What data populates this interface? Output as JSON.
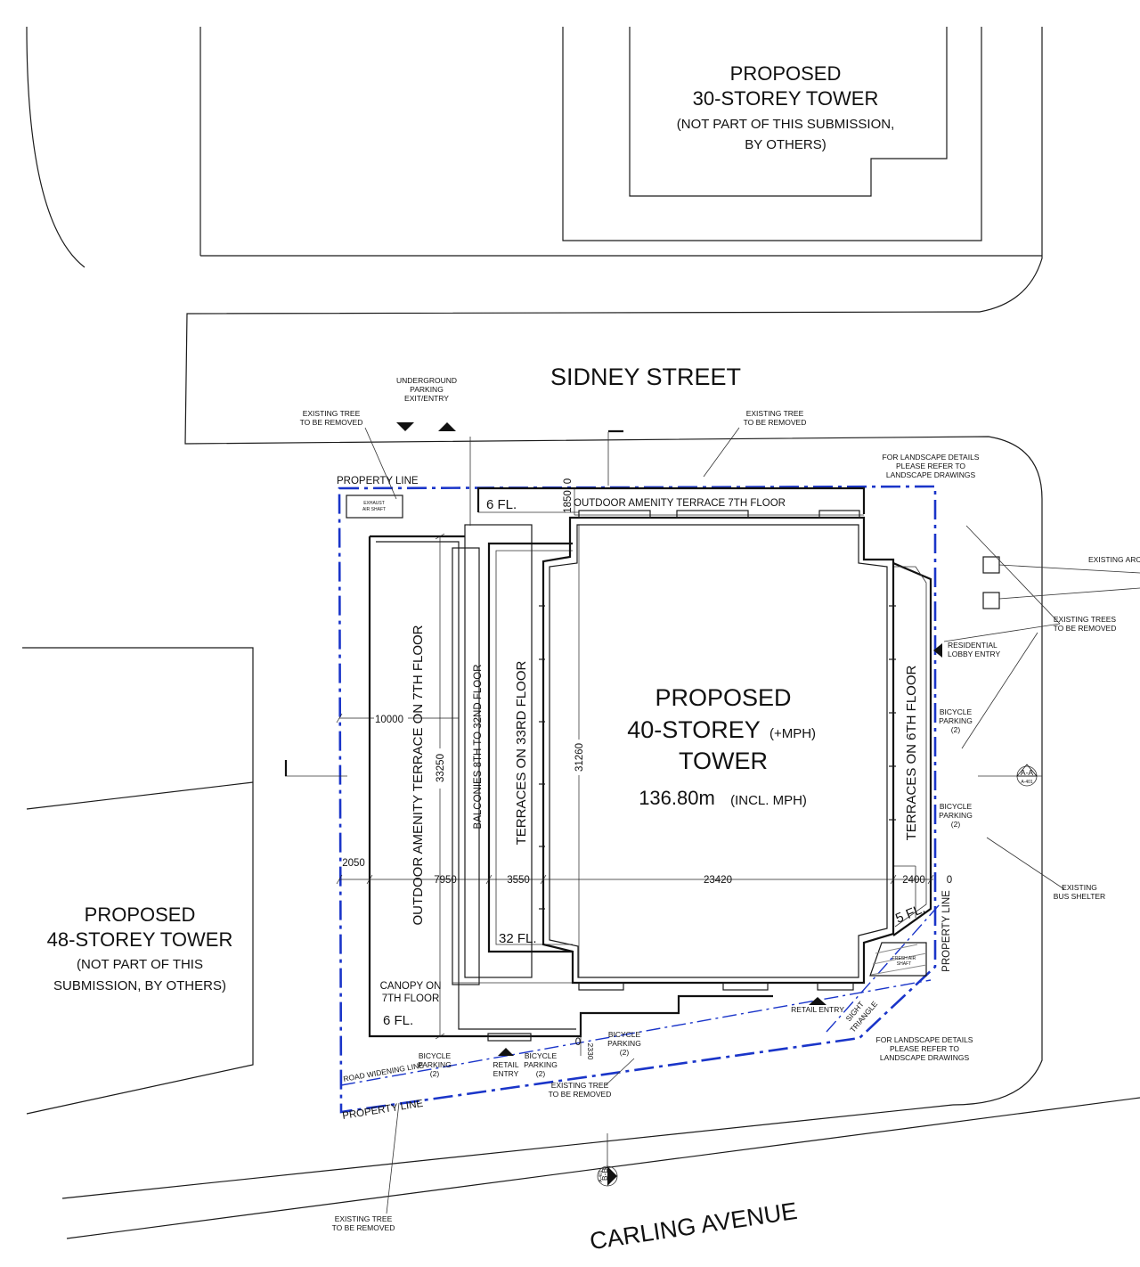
{
  "streets": {
    "sidney": "SIDNEY STREET",
    "carling": "CARLING AVENUE"
  },
  "north_tower": {
    "line1": "PROPOSED",
    "line2": "30-STOREY TOWER",
    "line3": "(NOT PART OF THIS SUBMISSION,",
    "line4": "BY OTHERS)"
  },
  "west_tower": {
    "line1": "PROPOSED",
    "line2": "48-STOREY TOWER",
    "line3": "(NOT PART OF THIS",
    "line4": "SUBMISSION, BY OTHERS)"
  },
  "main_tower": {
    "line1": "PROPOSED",
    "line2": "40-STOREY",
    "line2_suffix": "(+MPH)",
    "line3": "TOWER",
    "height": "136.80m",
    "height_suffix": "(INCL. MPH)"
  },
  "terraces": {
    "amenity_west": "OUTDOOR AMENITY TERRACE ON 7TH FLOOR",
    "amenity_north": "OUTDOOR AMENITY TERRACE 7TH FLOOR",
    "balconies": "BALCONIES 8TH TO 32ND FLOOR",
    "terraces_33": "TERRACES ON 33RD FLOOR",
    "terraces_6": "TERRACES ON 6TH FLOOR"
  },
  "floors": {
    "fl6_north": "6 FL.",
    "fl6_south": "6 FL.",
    "fl32": "32 FL.",
    "fl5": "5 FL."
  },
  "labels": {
    "property_line_n": "PROPERTY LINE",
    "property_line_s": "PROPERTY LINE",
    "property_line_e": "PROPERTY LINE",
    "road_widening": "ROAD WIDENING LINE",
    "canopy_1": "CANOPY ON",
    "canopy_2": "7TH FLOOR",
    "sight_1": "SIGHT",
    "sight_2": "TRIANGLE",
    "exhaust_1": "EXHAUST",
    "exhaust_2": "AIR SHAFT",
    "fresh_1": "FRESH AIR",
    "fresh_2": "SHAFT"
  },
  "notes": {
    "underground_1": "UNDERGROUND",
    "underground_2": "PARKING",
    "underground_3": "EXIT/ENTRY",
    "tree_nw_1": "EXISTING TREE",
    "tree_nw_2": "TO BE REMOVED",
    "tree_n_1": "EXISTING TREE",
    "tree_n_2": "TO BE REMOVED",
    "landscape_n_1": "FOR LANDSCAPE DETAILS",
    "landscape_n_2": "PLEASE REFER TO",
    "landscape_n_3": "LANDSCAPE DRAWINGS",
    "arch": "EXISTING ARCH",
    "trees_e_1": "EXISTING TREES",
    "trees_e_2": "TO BE REMOVED",
    "lobby_1": "RESIDENTIAL",
    "lobby_2": "LOBBY ENTRY",
    "bike_e1_1": "BICYCLE",
    "bike_e1_2": "PARKING",
    "bike_e1_3": "(2)",
    "bike_e2_1": "BICYCLE",
    "bike_e2_2": "PARKING",
    "bike_e2_3": "(2)",
    "bus_1": "EXISTING",
    "bus_2": "BUS SHELTER",
    "retail_e": "RETAIL ENTRY",
    "landscape_s_1": "FOR LANDSCAPE DETAILS",
    "landscape_s_2": "PLEASE REFER TO",
    "landscape_s_3": "LANDSCAPE DRAWINGS",
    "bike_s1_1": "BICYCLE",
    "bike_s1_2": "PARKING",
    "bike_s1_3": "(2)",
    "retail_s_1": "RETAIL",
    "retail_s_2": "ENTRY",
    "bike_s2_1": "BICYCLE",
    "bike_s2_2": "PARKING",
    "bike_s2_3": "(2)",
    "bike_s3_1": "BICYCLE",
    "bike_s3_2": "PARKING",
    "bike_s3_3": "(2)",
    "tree_s_1": "EXISTING TREE",
    "tree_s_2": "TO BE REMOVED",
    "tree_sw_1": "EXISTING TREE",
    "tree_sw_2": "TO BE REMOVED"
  },
  "dimensions": {
    "d10000": "10000",
    "d2050": "2050",
    "d7950": "7950",
    "d3550": "3550",
    "d23420": "23420",
    "d2400": "2400",
    "d0_e": "0",
    "d33250": "33250",
    "d31260": "31260",
    "d1850": "1850",
    "d0_n": "0",
    "d0_s": "0",
    "d2330": "2330"
  },
  "sections": {
    "aa_1": "A-A",
    "aa_2": "A-401",
    "bb_1": "B-B",
    "bb_2": "A-401"
  }
}
